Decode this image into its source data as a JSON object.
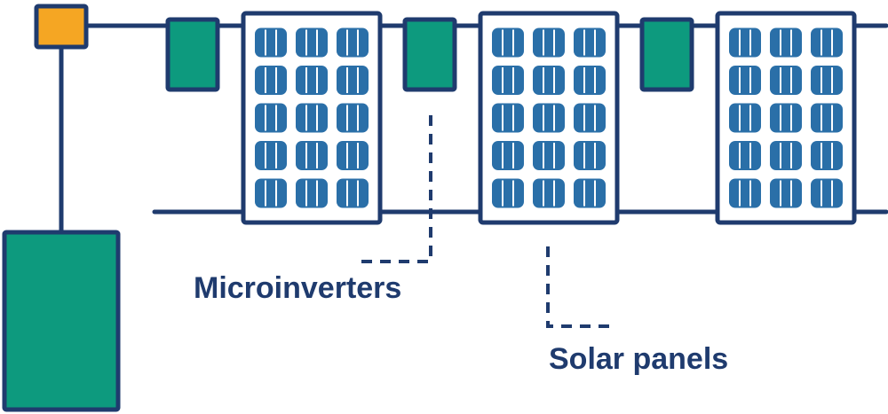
{
  "colors": {
    "line": "#1f3b6e",
    "panel_fill": "#ffffff",
    "cell": "#2a6fa8",
    "cell_gap": "#ffffff",
    "inverter": "#0d9a7e",
    "junction": "#f5a623",
    "battery": "#0d9a7e"
  },
  "labels": {
    "microinverters": "Microinverters",
    "solar_panels": "Solar panels"
  },
  "panels": {
    "count": 3,
    "cell_rows": 5,
    "cell_cols": 3
  },
  "icons": {
    "junction": "junction-box-icon",
    "inverter": "microinverter-icon",
    "panel": "solar-panel-icon",
    "battery": "battery-unit-icon"
  }
}
